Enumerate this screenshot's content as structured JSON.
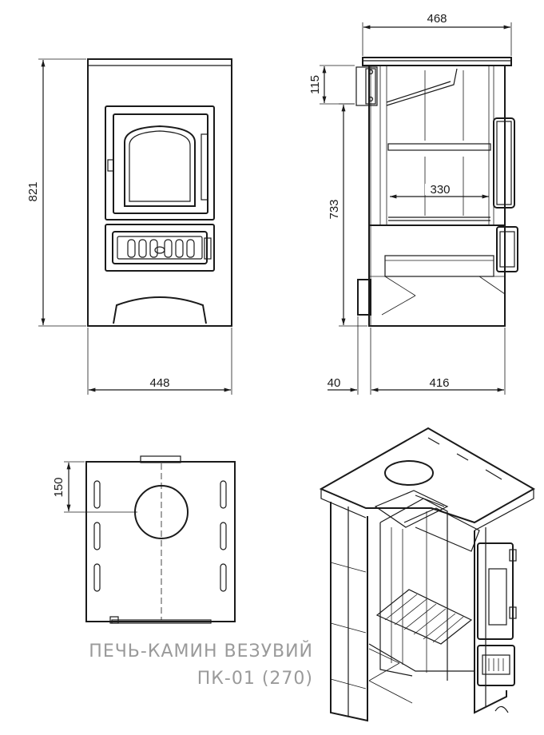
{
  "dimensions": {
    "front_height": "821",
    "front_width": "448",
    "side_width": "468",
    "side_top": "115",
    "side_height": "733",
    "side_inner": "330",
    "side_offset": "40",
    "side_depth": "416",
    "top_offset": "150"
  },
  "caption": {
    "line1": "ПЕЧЬ-КАМИН ВЕЗУВИЙ",
    "line2": "ПК-01 (270)"
  }
}
